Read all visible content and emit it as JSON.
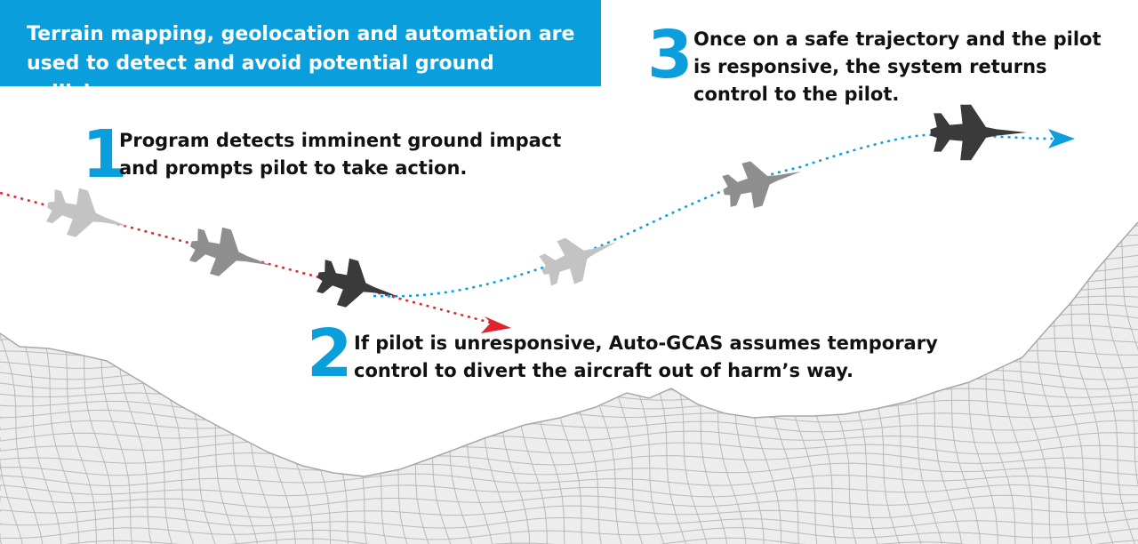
{
  "header": {
    "text": "Terrain mapping, geolocation and automation are used to detect and avoid potential ground collisions."
  },
  "steps": [
    {
      "number": "1",
      "text": "Program detects imminent ground impact and prompts pilot to take action."
    },
    {
      "number": "2",
      "text": "If pilot is unresponsive, Auto-GCAS assumes temporary control to divert the aircraft out of harm’s way."
    },
    {
      "number": "3",
      "text": "Once on a safe trajectory and the pilot is responsive, the system returns control to the pilot."
    }
  ],
  "colors": {
    "accent_blue": "#0a9fdc",
    "warning_red": "#e0232d",
    "terrain_line": "#b9b9b9",
    "jet_light": "#c3c3c3",
    "jet_mid": "#8e8e8e",
    "jet_dark": "#3a3a3a"
  },
  "icons": [
    "fighter-jet-icon",
    "arrow-head-icon"
  ]
}
